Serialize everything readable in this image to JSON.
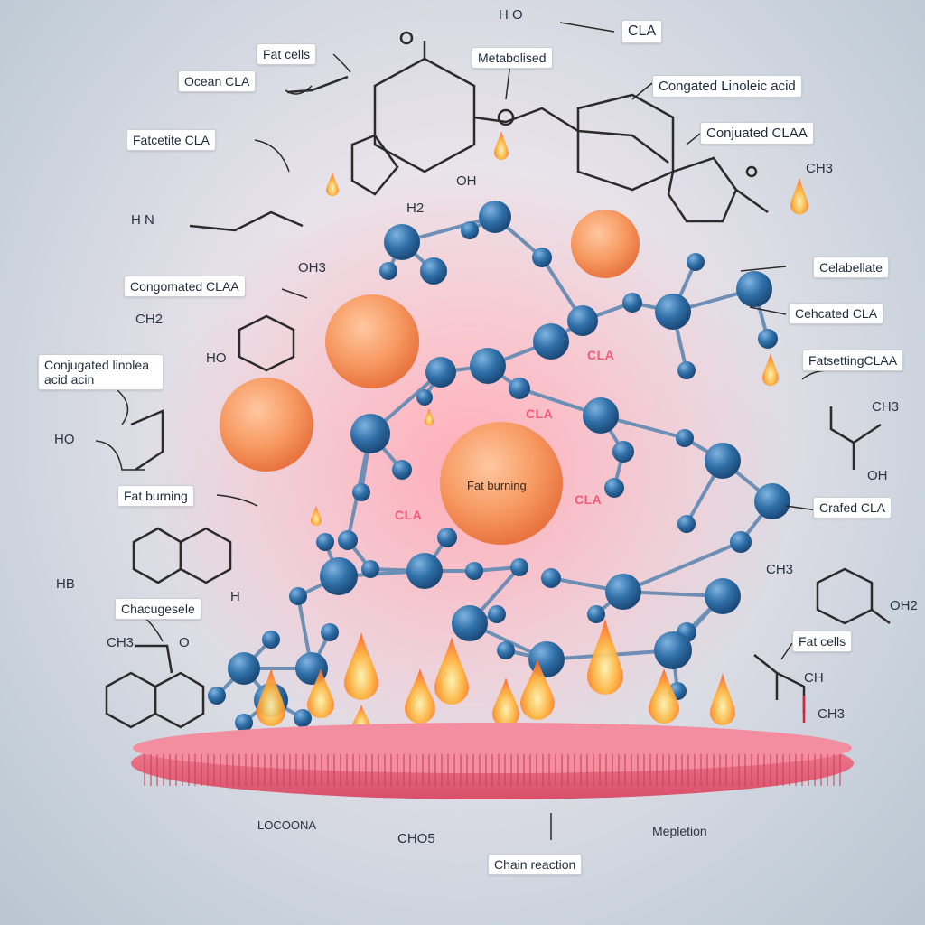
{
  "labels": {
    "fat_cells_top": "Fat cells",
    "ocean_cla": "Ocean CLA",
    "metabolised": "Metabolised",
    "cla_top": "CLA",
    "conjugated_linoleic_acid": "Congated Linoleic acid",
    "conjugated_claa": "Conjuated CLAA",
    "fatcetite_cla": "Fatcetite CLA",
    "congomated_claa": "Congomated CLAA",
    "celabellate": "Celabellate",
    "cehcated_cla": "Cehcated CLA",
    "conjugated_linoleic_acid_left": "Conjugated linolea acid acin",
    "fatsetting_claa": "FatsettingCLAA",
    "fat_burning_left": "Fat burning",
    "crafed_cla": "Crafed CLA",
    "chacugesele": "Chacugesele",
    "fat_cells_right": "Fat cells",
    "chain_reaction": "Chain reaction"
  },
  "floating_text": {
    "h_o_top": "H O",
    "oh_mid": "OH",
    "ch3_right": "CH3",
    "hn": "H N",
    "h2_top": "H2",
    "oh3_left": "OH3",
    "ch2_left": "CH2",
    "ho_left1": "HO",
    "ho_left2": "HO",
    "ch3_right2": "CH3",
    "oh_right": "OH",
    "hb_left": "HB",
    "h_mid_left": "H",
    "ch3_left": "CH3",
    "o_left": "O",
    "ch3_right3": "CH3",
    "oh2_right": "OH2",
    "ch_right": "CH",
    "ch3_bottom_right": "CH3",
    "locoona": "LOCOONA",
    "ch05": "CHO5",
    "mepletion": "Mepletion"
  },
  "center": {
    "fat_burning": "Fat burning",
    "cla_glow1": "CLA",
    "cla_glow2": "CLA",
    "cla_glow3": "CLA",
    "cla_glow4": "CLA"
  },
  "colors": {
    "atom": "#2f6fa8",
    "bond": "#6d8fb5",
    "fat_cell": "#f7925a",
    "flame": "#ffb13a",
    "membrane": "#e9637a"
  },
  "icons": [
    "flame-icon",
    "fat-cell-icon",
    "molecule-atom-icon",
    "membrane-icon",
    "hexagon-ring-icon"
  ]
}
